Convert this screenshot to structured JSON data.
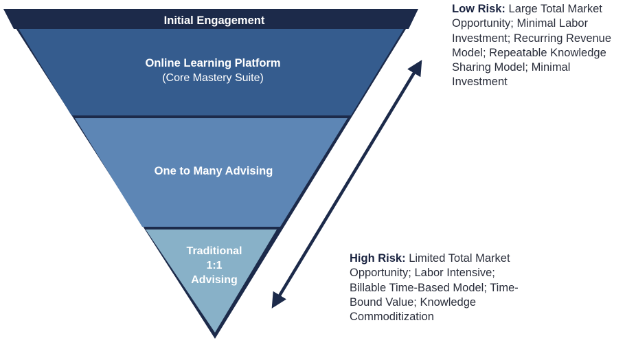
{
  "funnel": {
    "header": {
      "title": "Initial Engagement",
      "color": "#1c2a4a"
    },
    "layers": [
      {
        "title": "Online Learning Platform",
        "subtitle": "(Core Mastery Suite)",
        "color": "#355c8e"
      },
      {
        "title": "One to Many Advising",
        "subtitle": "",
        "color": "#5d86b5"
      },
      {
        "title_lines": [
          "Traditional",
          "1:1",
          "Advising"
        ],
        "color": "#88b1c8"
      }
    ],
    "outline_color": "#1c2a4a"
  },
  "arrow_color": "#1c2a4a",
  "low_risk": {
    "label": "Low Risk:",
    "text": "Large Total Market Opportunity; Minimal Labor Investment; Recurring Revenue Model; Repeatable Knowledge Sharing Model; Minimal Investment"
  },
  "high_risk": {
    "label": "High Risk:",
    "text": "Limited Total Market Opportunity; Labor Intensive; Billable Time-Based Model; Time-Bound Value; Knowledge Commoditization"
  }
}
